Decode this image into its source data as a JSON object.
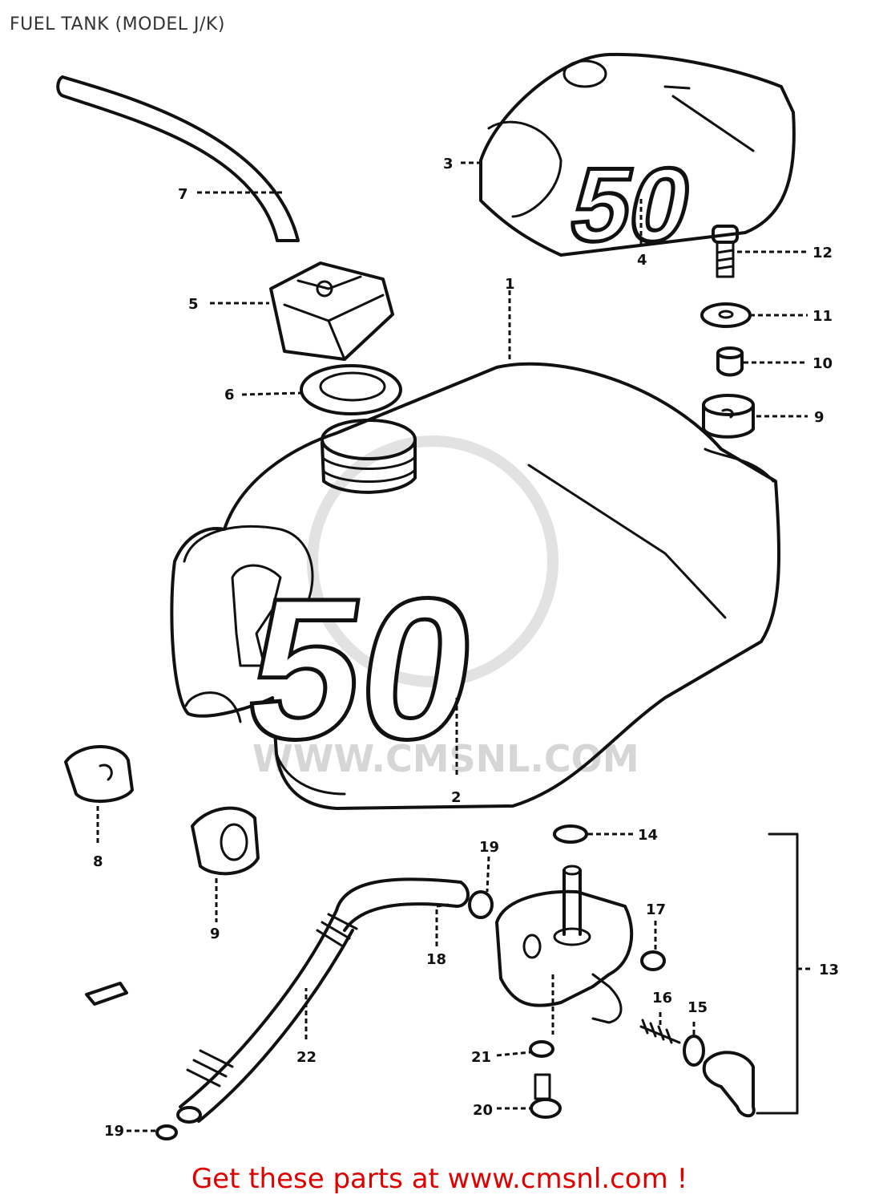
{
  "title": "FUEL TANK (MODEL J/K)",
  "footer": "Get these parts at www.cmsnl.com !",
  "watermark": "WWW.CMSNL.COM",
  "tank_decal_text": "50",
  "colors": {
    "line": "#111111",
    "footer": "#e00000",
    "watermark": "#d6d6d6",
    "title": "#333333"
  },
  "callouts": {
    "c1": "1",
    "c2": "2",
    "c3": "3",
    "c4": "4",
    "c5": "5",
    "c6": "6",
    "c7": "7",
    "c8": "8",
    "c9": "9",
    "c10": "10",
    "c11": "11",
    "c12": "12",
    "c13": "13",
    "c14": "14",
    "c15": "15",
    "c16": "16",
    "c17": "17",
    "c18": "18",
    "c19a": "19",
    "c19b": "19",
    "c20": "20",
    "c21": "21",
    "c22": "22"
  }
}
